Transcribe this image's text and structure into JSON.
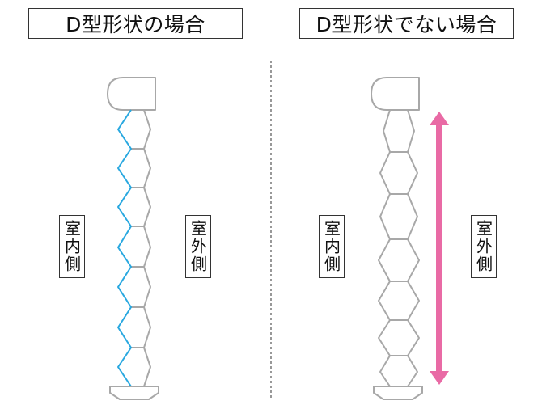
{
  "panels": [
    {
      "title": "D型形状の場合",
      "inner_label": "室内側",
      "outer_label": "室外側"
    },
    {
      "title": "D型形状でない場合",
      "inner_label": "室内側",
      "outer_label": "室外側"
    }
  ],
  "colors": {
    "outline": "#a8a8a8",
    "highlight": "#29a8e0",
    "arrow": "#e96aa5",
    "divider": "#555555"
  }
}
